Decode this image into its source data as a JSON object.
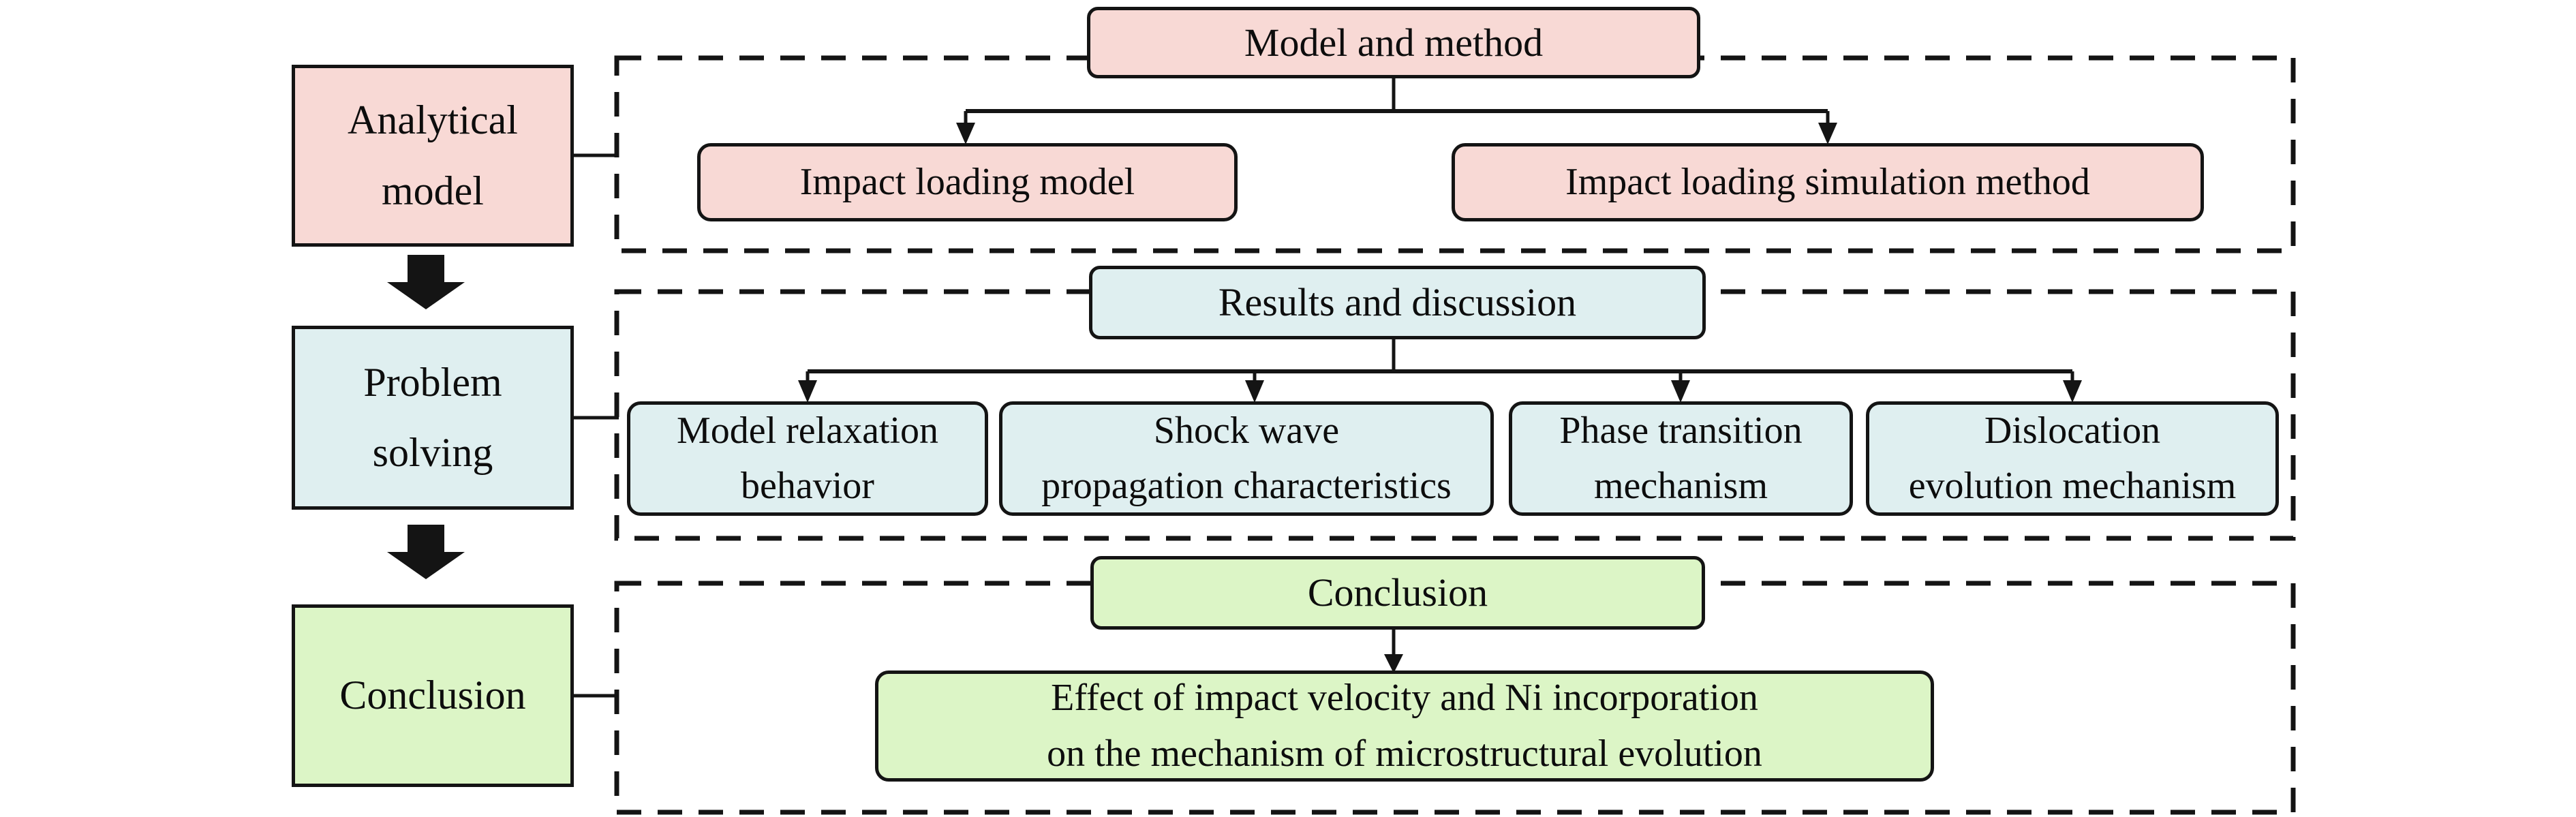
{
  "stages": [
    {
      "label": "Analytical\nmodel"
    },
    {
      "label": "Problem\nsolving"
    },
    {
      "label": "Conclusion"
    }
  ],
  "sections": [
    {
      "header": "Model and method",
      "children": [
        {
          "label": "Impact loading model"
        },
        {
          "label": "Impact loading simulation method"
        }
      ]
    },
    {
      "header": "Results and discussion",
      "children": [
        {
          "label": "Model relaxation\nbehavior"
        },
        {
          "label": "Shock wave\npropagation characteristics"
        },
        {
          "label": "Phase transition\nmechanism"
        },
        {
          "label": "Dislocation\nevolution mechanism"
        }
      ]
    },
    {
      "header": "Conclusion",
      "children": [
        {
          "label": "Effect of impact velocity and Ni incorporation\non the mechanism of microstructural evolution"
        }
      ]
    }
  ],
  "colors": {
    "pink": "#f8d9d5",
    "blue": "#dfeff0",
    "green": "#dcf5c6",
    "line": "#141414"
  }
}
